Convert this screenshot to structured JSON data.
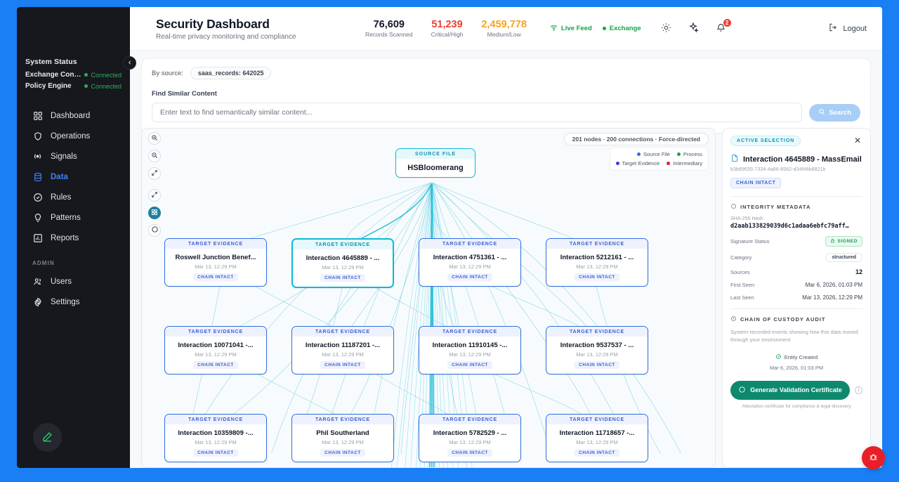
{
  "sidebar": {
    "status_title": "System Status",
    "status_rows": [
      {
        "label": "Exchange Connecti...",
        "value": "Connected"
      },
      {
        "label": "Policy Engine",
        "value": "Connected"
      }
    ],
    "items": [
      {
        "label": "Dashboard",
        "icon": "grid-icon"
      },
      {
        "label": "Operations",
        "icon": "shield-icon"
      },
      {
        "label": "Signals",
        "icon": "broadcast-icon"
      },
      {
        "label": "Data",
        "icon": "database-icon"
      },
      {
        "label": "Rules",
        "icon": "check-circle-icon"
      },
      {
        "label": "Patterns",
        "icon": "lightbulb-icon"
      },
      {
        "label": "Reports",
        "icon": "bar-chart-icon"
      }
    ],
    "admin_section": "ADMIN",
    "admin_items": [
      {
        "label": "Users",
        "icon": "users-icon"
      },
      {
        "label": "Settings",
        "icon": "gear-icon"
      }
    ],
    "edit_fab": "pencil-icon",
    "collapse": "chevron-left-icon"
  },
  "header": {
    "title": "Security Dashboard",
    "subtitle": "Real-time privacy monitoring and compliance",
    "stats": [
      {
        "value": "76,609",
        "label": "Records Scanned",
        "color": "#111827"
      },
      {
        "value": "51,239",
        "label": "Critical/High",
        "color": "#ef3e33"
      },
      {
        "value": "2,459,778",
        "label": "Medium/Low",
        "color": "#f5a524"
      }
    ],
    "pills": [
      {
        "label": "Live Feed",
        "icon": "wifi-icon",
        "color": "#16a34a"
      },
      {
        "label": "Exchange",
        "icon": "dot-icon",
        "color": "#16a34a"
      }
    ],
    "icons": [
      {
        "name": "sun-icon"
      },
      {
        "name": "sparkles-icon"
      },
      {
        "name": "bell-icon",
        "badge": "2"
      }
    ],
    "logout_label": "Logout",
    "logout_icon": "logout-icon"
  },
  "search": {
    "by_source_label": "By source:",
    "by_source_chip": "saas_records: 642025",
    "find_label": "Find Similar Content",
    "placeholder": "Enter text to find semantically similar content...",
    "button_label": "Search",
    "button_icon": "search-icon"
  },
  "graph": {
    "meta": "201 nodes · 200 connections · Force-directed",
    "legend": [
      {
        "label": "Source File",
        "color": "#2f6fe0"
      },
      {
        "label": "Process",
        "color": "#16a34a"
      },
      {
        "label": "Target Evidence",
        "color": "#2f42e0"
      },
      {
        "label": "Intermediary",
        "color": "#e11d48"
      }
    ],
    "tools": [
      {
        "name": "zoom-in-icon",
        "active": false
      },
      {
        "name": "zoom-out-icon",
        "active": false
      },
      {
        "name": "expand-icon",
        "active": false
      },
      {
        "name": "fit-icon",
        "active": false
      },
      {
        "name": "grid-layout-icon",
        "active": true
      },
      {
        "name": "circle-layout-icon",
        "active": false
      }
    ],
    "source_node": {
      "kind": "SOURCE FILE",
      "title": "HSBloomerang"
    },
    "node_kind": "TARGET EVIDENCE",
    "node_tag": "CHAIN INTACT",
    "nodes": [
      {
        "title": "Roswell Junction Benef...",
        "date": "Mar 13, 12:29 PM",
        "selected": false
      },
      {
        "title": "Interaction 4645889 - ...",
        "date": "Mar 13, 12:29 PM",
        "selected": true
      },
      {
        "title": "Interaction 4751361 - ...",
        "date": "Mar 13, 12:29 PM",
        "selected": false
      },
      {
        "title": "Interaction 5212161 - ...",
        "date": "Mar 13, 12:29 PM",
        "selected": false
      },
      {
        "title": "Interaction 10071041 -...",
        "date": "Mar 13, 12:29 PM",
        "selected": false
      },
      {
        "title": "Interaction 11187201 -...",
        "date": "Mar 13, 12:29 PM",
        "selected": false
      },
      {
        "title": "Interaction 11910145 -...",
        "date": "Mar 13, 12:29 PM",
        "selected": false
      },
      {
        "title": "Interaction 9537537 - ...",
        "date": "Mar 13, 12:29 PM",
        "selected": false
      },
      {
        "title": "Interaction 10359809 -...",
        "date": "Mar 13, 12:29 PM",
        "selected": false
      },
      {
        "title": "Phil Southerland",
        "date": "Mar 13, 12:29 PM",
        "selected": false
      },
      {
        "title": "Interaction 5782529 - ...",
        "date": "Mar 13, 12:29 PM",
        "selected": false
      },
      {
        "title": "Interaction 11718657 -...",
        "date": "Mar 13, 12:29 PM",
        "selected": false
      }
    ]
  },
  "panel": {
    "active_badge": "ACTIVE SELECTION",
    "close_icon": "close-icon",
    "doc_icon": "document-icon",
    "title": "Interaction 4645889 - MassEmail",
    "uuid": "b3b69635-7334-4a86-8582-d34f46b8821b",
    "chain_badge": "CHAIN INTACT",
    "integrity_section": "INTEGRITY METADATA",
    "hash_label": "SHA-256 Hash",
    "hash_value": "d2aab133829039d6c1adaa6ebfc79aff…",
    "rows": [
      {
        "key": "Signature Status",
        "value": "SIGNED",
        "style": "signed"
      },
      {
        "key": "Category",
        "value": "structured",
        "style": "pill"
      },
      {
        "key": "Sources",
        "value": "12",
        "style": "strong"
      },
      {
        "key": "First Seen",
        "value": "Mar 6, 2026, 01:03 PM",
        "style": "plain"
      },
      {
        "key": "Last Seen",
        "value": "Mar 13, 2026, 12:29 PM",
        "style": "plain"
      }
    ],
    "audit_section": "CHAIN OF CUSTODY AUDIT",
    "audit_desc": "System-recorded events showing how this data moved through your environment",
    "event_name": "Entity Created",
    "event_date": "Mar 6, 2026, 01:03 PM",
    "cert_button": "Generate Validation Certificate",
    "cert_note": "Attestation certificate for compliance & legal discovery"
  },
  "bug_fab": {
    "icon": "bug-icon",
    "color": "#e81f26"
  }
}
